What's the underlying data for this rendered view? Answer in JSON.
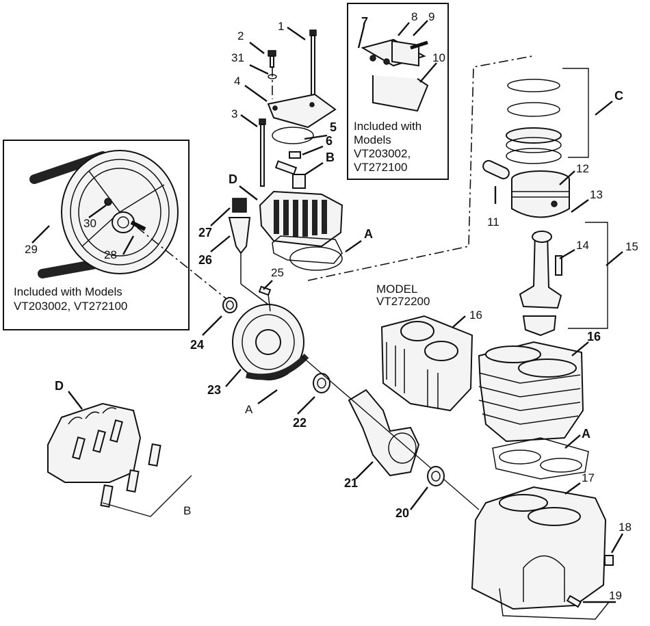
{
  "labels": {
    "l1": "1",
    "l2": "2",
    "l3": "3",
    "l4": "4",
    "l5": "5",
    "l6": "6",
    "l7": "7",
    "l8": "8",
    "l9": "9",
    "l10": "10",
    "l11": "11",
    "l12": "12",
    "l13": "13",
    "l14": "14",
    "l15": "15",
    "l16a": "16",
    "l16b": "16",
    "l17": "17",
    "l18": "18",
    "l19": "19",
    "l20": "20",
    "l21": "21",
    "l22": "22",
    "l23": "23",
    "l24": "24",
    "l25": "25",
    "l26": "26",
    "l27": "27",
    "l28": "28",
    "l29": "29",
    "l30": "30",
    "l31": "31",
    "lA1": "A",
    "lA2": "A",
    "lA3": "A",
    "lB1": "B",
    "lB2": "B",
    "lC": "C",
    "lD1": "D",
    "lD2": "D"
  },
  "notes": {
    "top_box": [
      "Included with",
      "Models",
      "VT203002,",
      "VT272100"
    ],
    "left_box": [
      "Included with Models",
      "VT203002, VT272100"
    ],
    "model": [
      "MODEL",
      "VT272200"
    ]
  }
}
